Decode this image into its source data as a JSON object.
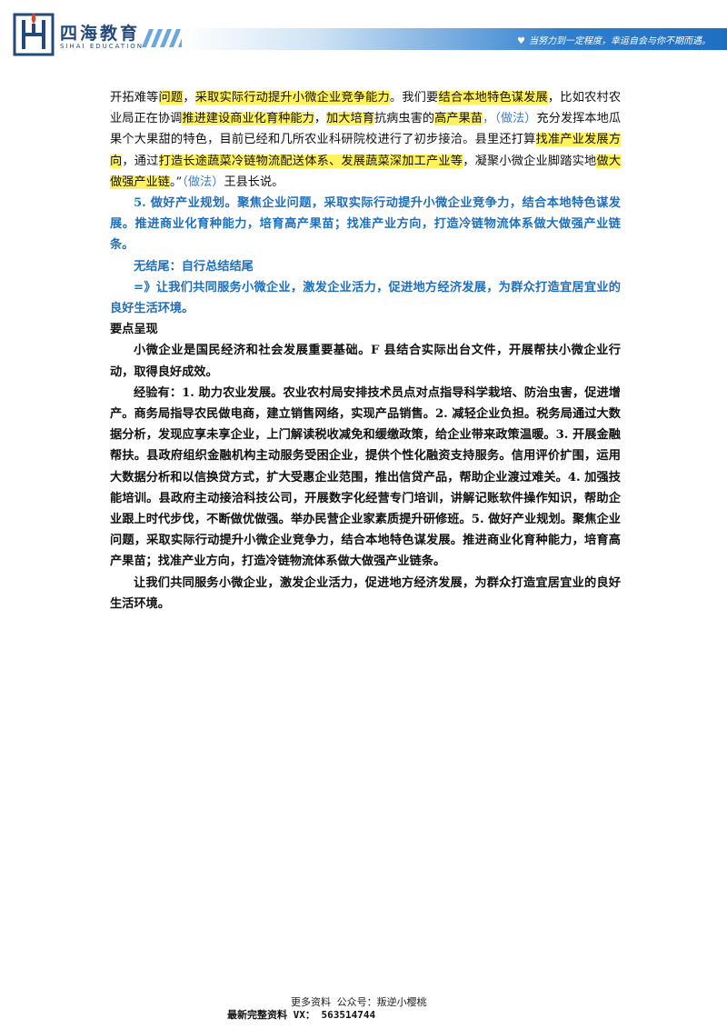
{
  "header": {
    "brand_cn": "四海教育",
    "brand_en": "SIHAI EDUCATION",
    "slogan": "当努力到一定程度，幸运自会与你不期而遇。"
  },
  "paragraphs": {
    "p1": [
      {
        "t": "开拓难等",
        "s": "n"
      },
      {
        "t": "问题",
        "s": "h"
      },
      {
        "t": "，",
        "s": "n"
      },
      {
        "t": "采取实际行动提升小微企业竞争能力",
        "s": "h"
      },
      {
        "t": "。我们要",
        "s": "n"
      },
      {
        "t": "结合本地特色谋发展",
        "s": "h"
      },
      {
        "t": "，比如农村农业局正在协调",
        "s": "n"
      },
      {
        "t": "推进建设商业化育种能力",
        "s": "h"
      },
      {
        "t": "，",
        "s": "n"
      },
      {
        "t": "加大培育",
        "s": "h"
      },
      {
        "t": "抗病虫害的",
        "s": "n"
      },
      {
        "t": "高产果苗",
        "s": "h"
      },
      {
        "t": "，（做法）",
        "s": "b"
      },
      {
        "t": "充分发挥本地瓜果个大果甜的特色，目前已经和几所农业科研院校进行了初步接洽。县里还打算",
        "s": "n"
      },
      {
        "t": "找准产业发展方向",
        "s": "h"
      },
      {
        "t": "，通过",
        "s": "n"
      },
      {
        "t": "打造长途蔬菜冷链物流配送体系、发展蔬菜深加工产业等",
        "s": "h"
      },
      {
        "t": "，凝聚小微企业脚踏实地",
        "s": "n"
      },
      {
        "t": "做大做强产业链",
        "s": "h"
      },
      {
        "t": "。”",
        "s": "n"
      },
      {
        "t": "（做法）",
        "s": "b"
      },
      {
        "t": "王县长说。",
        "s": "n"
      }
    ],
    "p2": "5. 做好产业规划。聚焦企业问题，采取实际行动提升小微企业竞争力，结合本地特色谋发展。推进商业化育种能力，培育高产果苗；找准产业方向，打造冷链物流体系做大做强产业链条。",
    "p3": "无结尾：自行总结结尾",
    "p4": "=》让我们共同服务小微企业，激发企业活力，促进地方经济发展，为群众打造宜居宜业的良好生活环境。",
    "heading": "要点呈现",
    "p5": "小微企业是国民经济和社会发展重要基础。F 县结合实际出台文件，开展帮扶小微企业行动，取得良好成效。",
    "p6": "经验有：1. 助力农业发展。农业农村局安排技术员点对点指导科学栽培、防治虫害，促进增产。商务局指导农民做电商，建立销售网络，实现产品销售。2. 减轻企业负担。税务局通过大数据分析，发现应享未享企业，上门解读税收减免和缓缴政策，给企业带来政策温暖。3. 开展金融帮扶。县政府组织金融机构主动服务受困企业，提供个性化融资支持服务。信用评价扩围，运用大数据分析和以信换贷方式，扩大受惠企业范围，推出信贷产品，帮助企业渡过难关。4. 加强技能培训。县政府主动接洽科技公司，开展数字化经营专门培训，讲解记账软件操作知识，帮助企业跟上时代步伐，不断做优做强。举办民营企业家素质提升研修班。5. 做好产业规划。聚焦企业问题，采取实际行动提升小微企业竞争力，结合本地特色谋发展。推进商业化育种能力，培育高产果苗；找准产业方向，打造冷链物流体系做大做强产业链条。",
    "p7": "让我们共同服务小微企业，激发企业活力，促进地方经济发展，为群众打造宜居宜业的良好生活环境。"
  },
  "footer": {
    "line1": "更多资料 公众号：叛逆小樱桃",
    "line2": "最新完整资料 VX： 563514744"
  },
  "colors": {
    "highlight": "#fff25c",
    "blue_text": "#1f6fbf",
    "brand": "#23497a"
  }
}
